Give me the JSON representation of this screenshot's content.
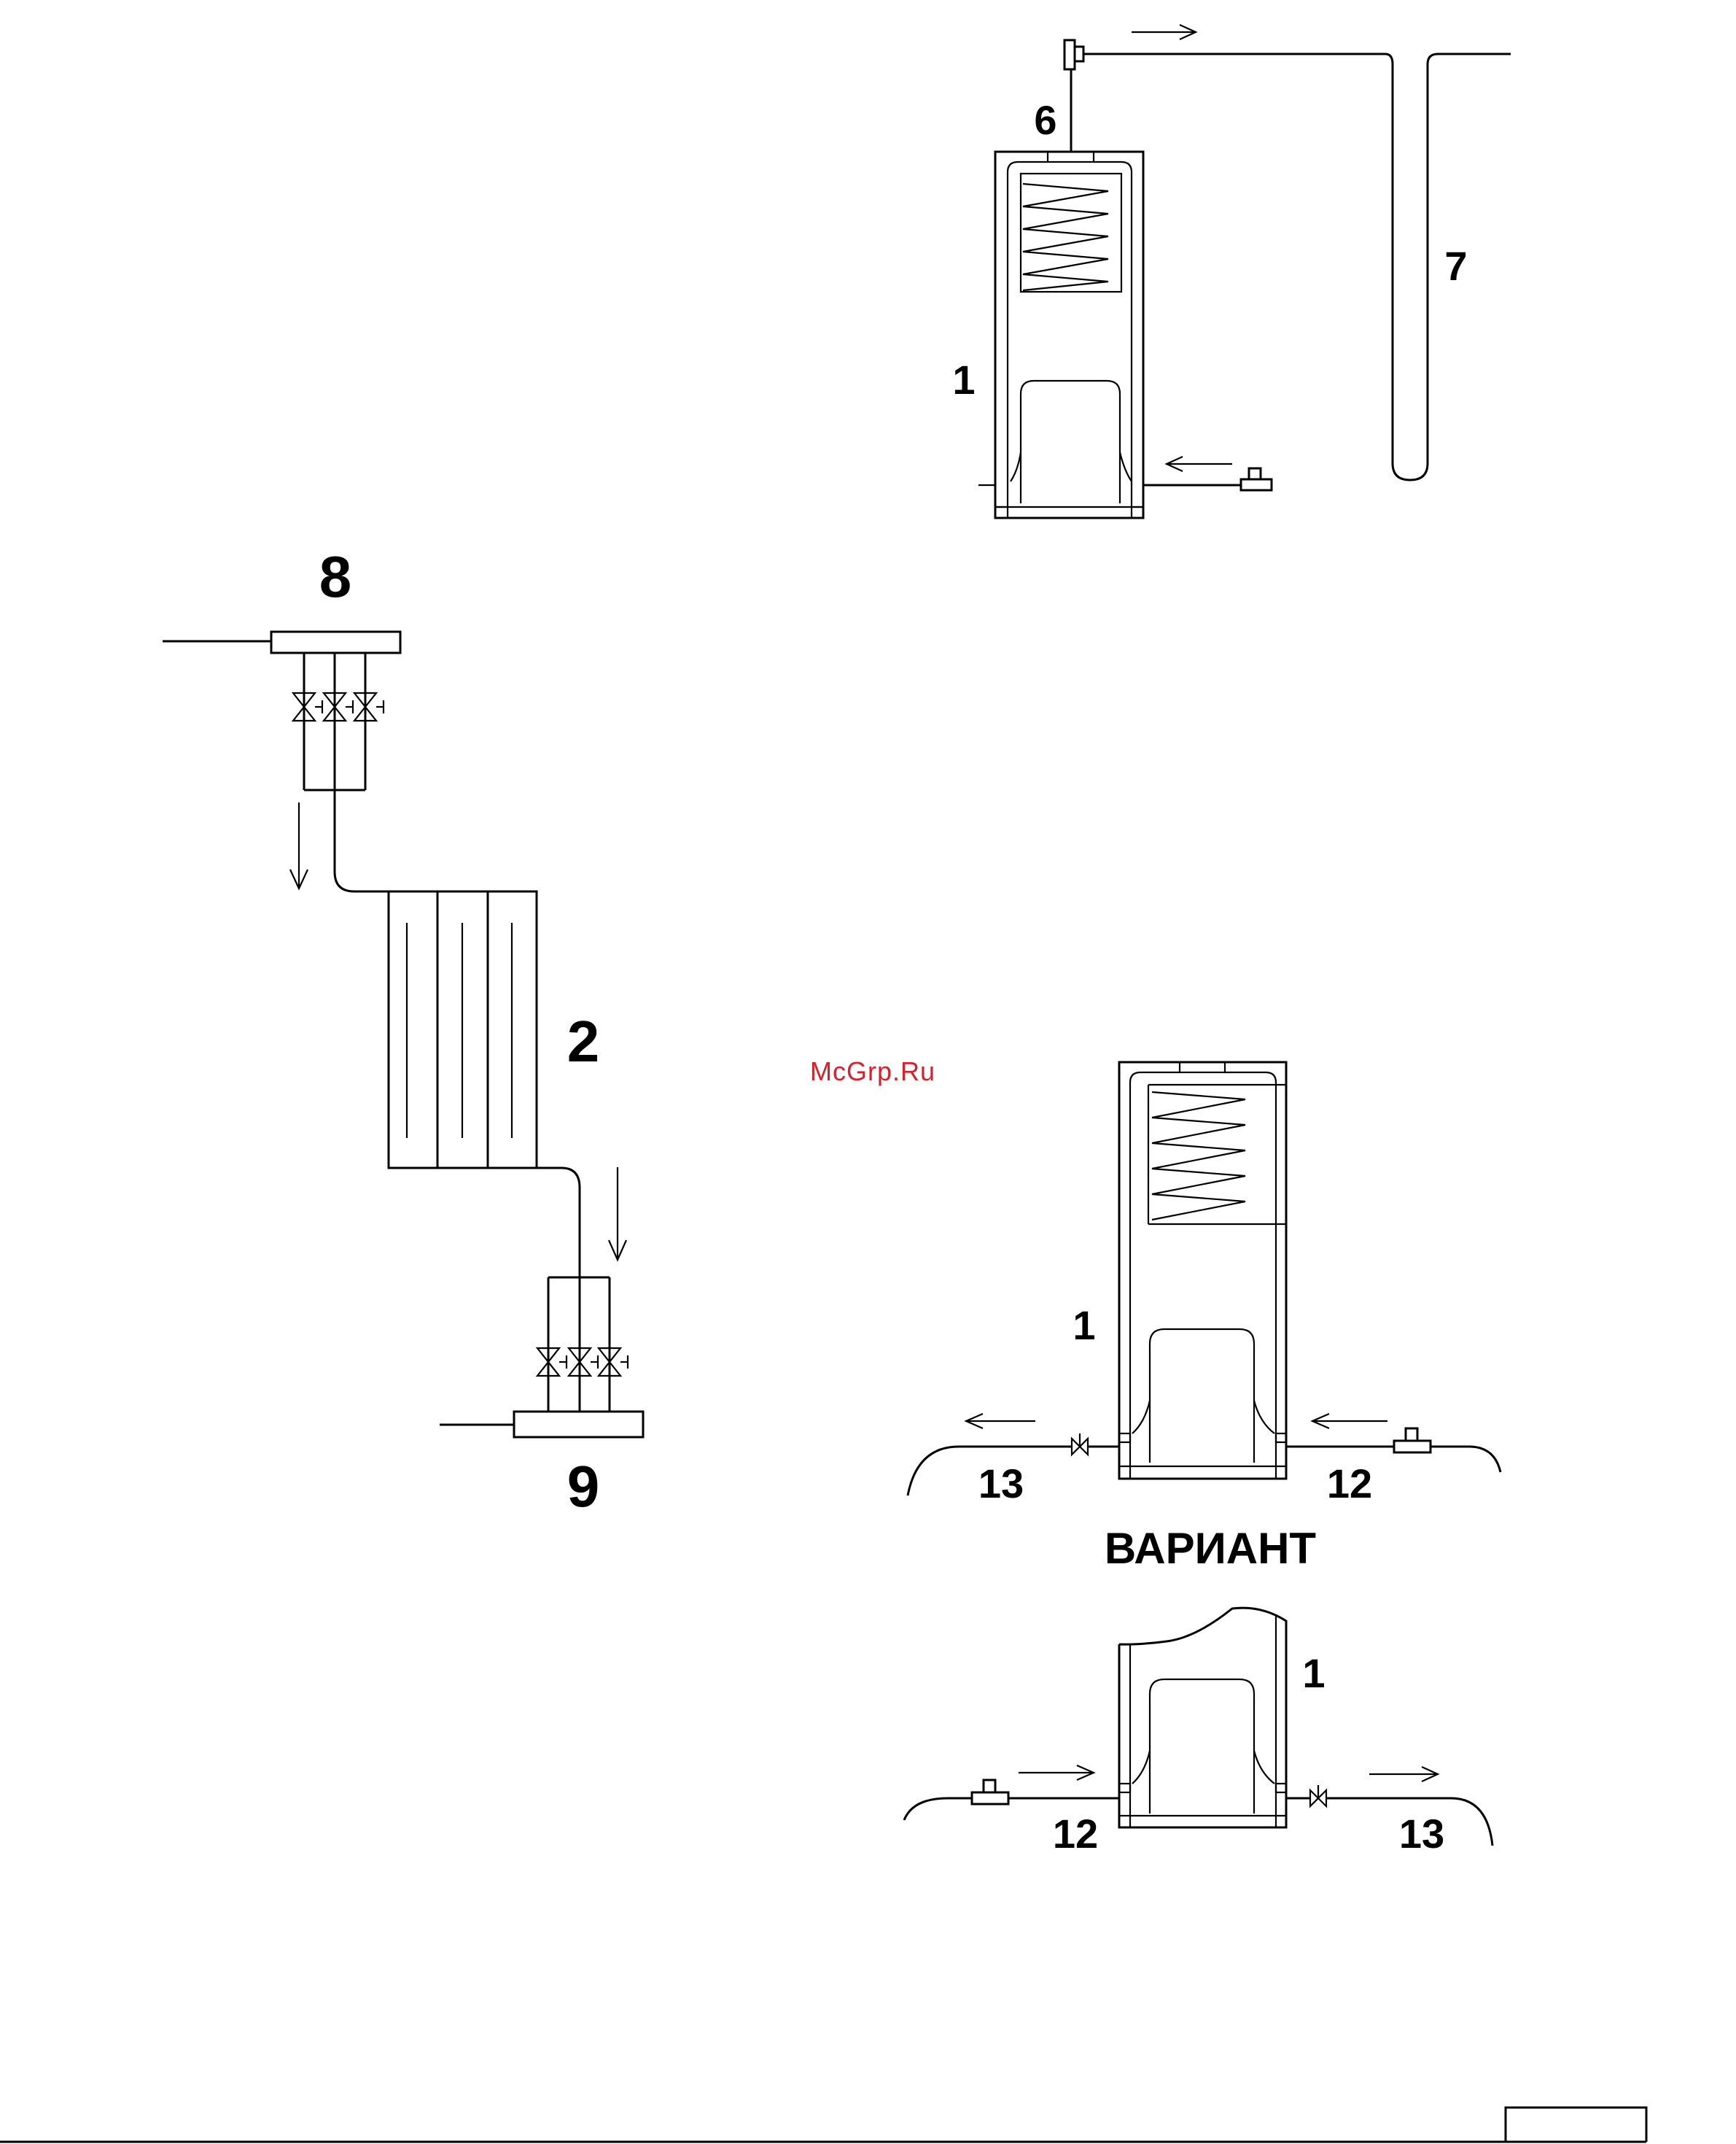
{
  "labels": {
    "boiler_top": "1",
    "outlet_top": "6",
    "loop": "7",
    "supply_manifold": "8",
    "radiator": "2",
    "return_manifold": "9",
    "boiler_middle": "1",
    "outlet_middle": "13",
    "inlet_middle": "12",
    "variant": "ВАРИАНТ",
    "boiler_bottom": "1",
    "inlet_bottom": "12",
    "outlet_bottom": "13"
  },
  "watermark": "McGrp.Ru",
  "colors": {
    "line": "#000000",
    "watermark": "#d9202a",
    "background": "#ffffff"
  }
}
